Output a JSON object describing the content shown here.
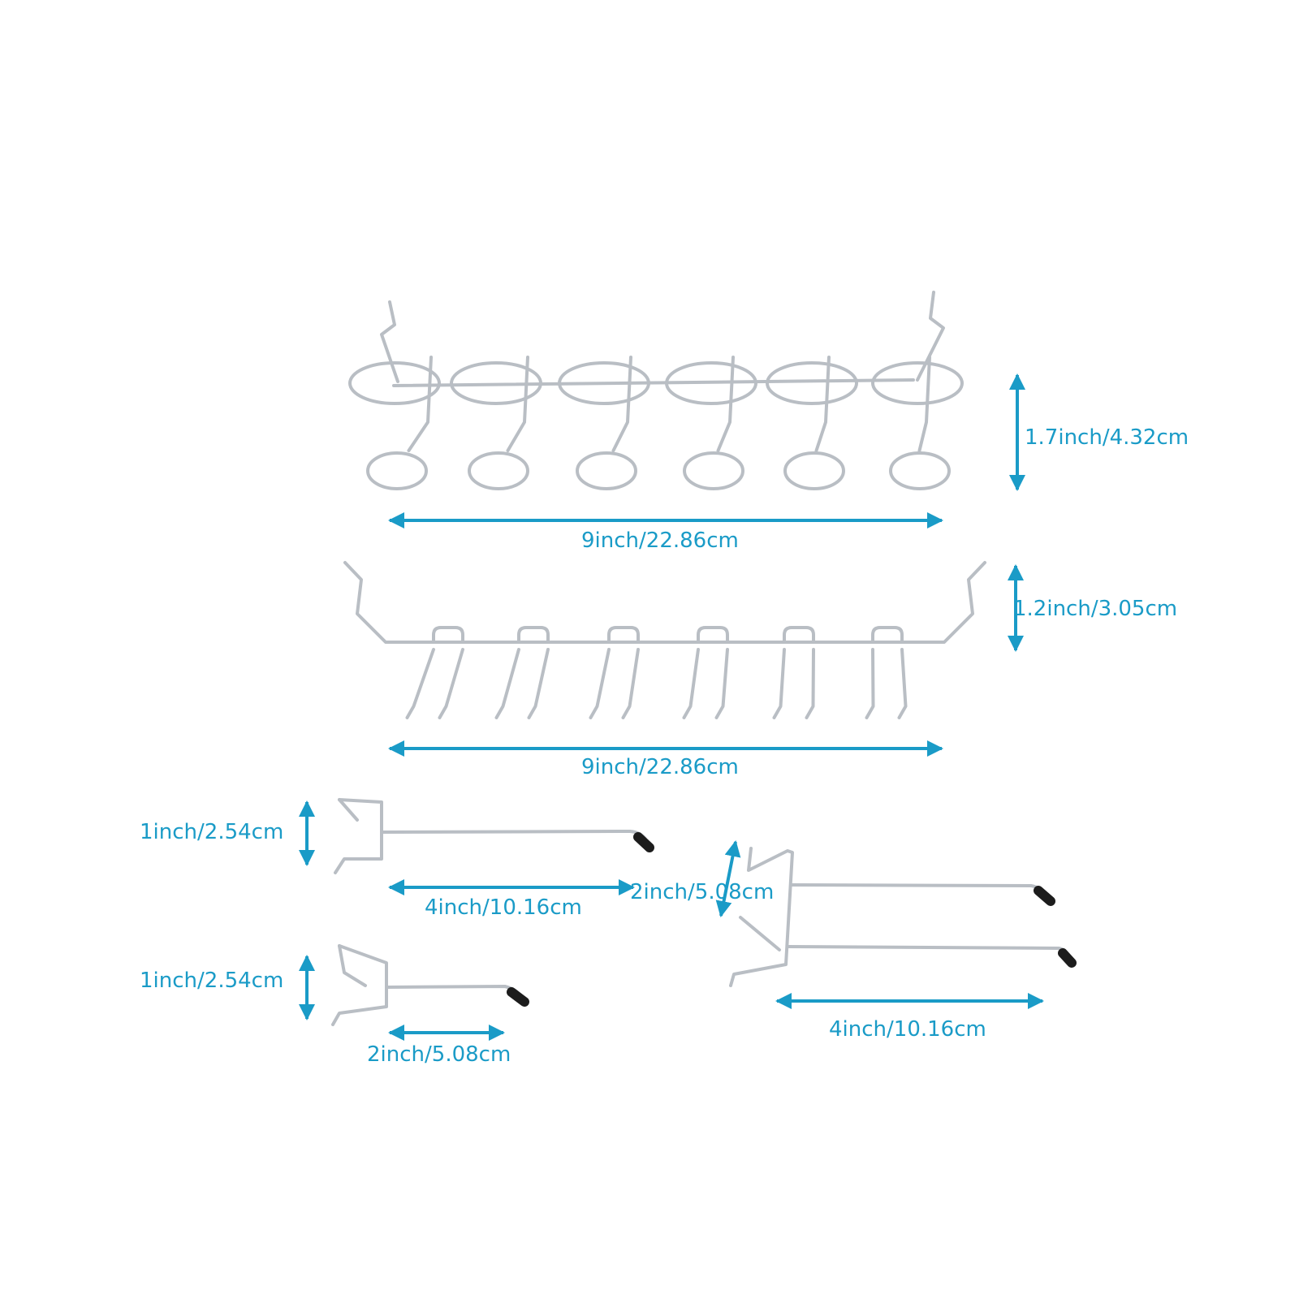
{
  "accent_color": "#1a9bc7",
  "wire_color": "#b9bec4",
  "tip_color": "#1c1c1c",
  "dimensions": {
    "ring_rack_height": "1.7inch/4.32cm",
    "ring_rack_width": "9inch/22.86cm",
    "fork_rack_height": "1.2inch/3.05cm",
    "fork_rack_width": "9inch/22.86cm",
    "hook4_height": "1inch/2.54cm",
    "hook4_length": "4inch/10.16cm",
    "hook2_height": "1inch/2.54cm",
    "hook2_length": "2inch/5.08cm",
    "double_hook_height": "2inch/5.08cm",
    "double_hook_length": "4inch/10.16cm"
  }
}
